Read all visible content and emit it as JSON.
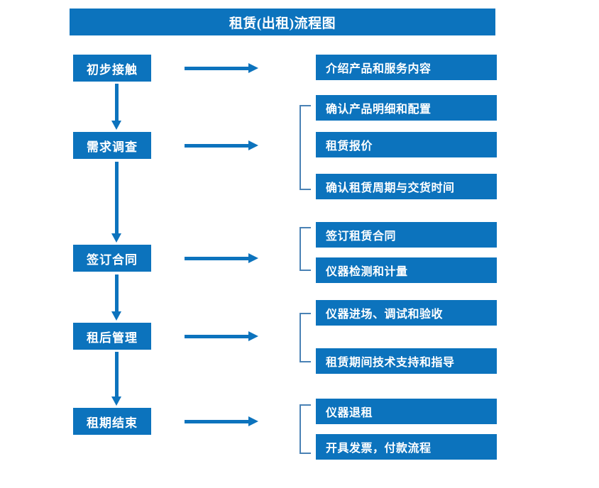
{
  "title": "租赁(出租)流程图",
  "colors": {
    "box_blue": "#0c73bd",
    "bracket_blue": "#4a82b5",
    "text_white": "#ffffff",
    "background": "#ffffff"
  },
  "stages": [
    {
      "label": "初步接触"
    },
    {
      "label": "需求调查"
    },
    {
      "label": "签订合同"
    },
    {
      "label": "租后管理"
    },
    {
      "label": "租期结束"
    }
  ],
  "groups": [
    {
      "stage": "初步接触",
      "bracketed": false,
      "details": [
        {
          "label": "介绍产品和服务内容"
        }
      ]
    },
    {
      "stage": "需求调查",
      "bracketed": true,
      "details": [
        {
          "label": "确认产品明细和配置"
        },
        {
          "label": "租赁报价"
        },
        {
          "label": "确认租赁周期与交货时间"
        }
      ]
    },
    {
      "stage": "签订合同",
      "bracketed": true,
      "details": [
        {
          "label": "签订租赁合同"
        },
        {
          "label": "仪器检测和计量"
        }
      ]
    },
    {
      "stage": "租后管理",
      "bracketed": true,
      "details": [
        {
          "label": "仪器进场、调试和验收"
        },
        {
          "label": "租赁期间技术支持和指导"
        }
      ]
    },
    {
      "stage": "租期结束",
      "bracketed": true,
      "details": [
        {
          "label": "仪器退租"
        },
        {
          "label": "开具发票，付款流程"
        }
      ]
    }
  ],
  "connectors": {
    "horizontal_arrow_icon": "arrow-right-icon",
    "vertical_arrow_icon": "arrow-down-icon",
    "bracket_icon": "group-bracket-icon"
  }
}
